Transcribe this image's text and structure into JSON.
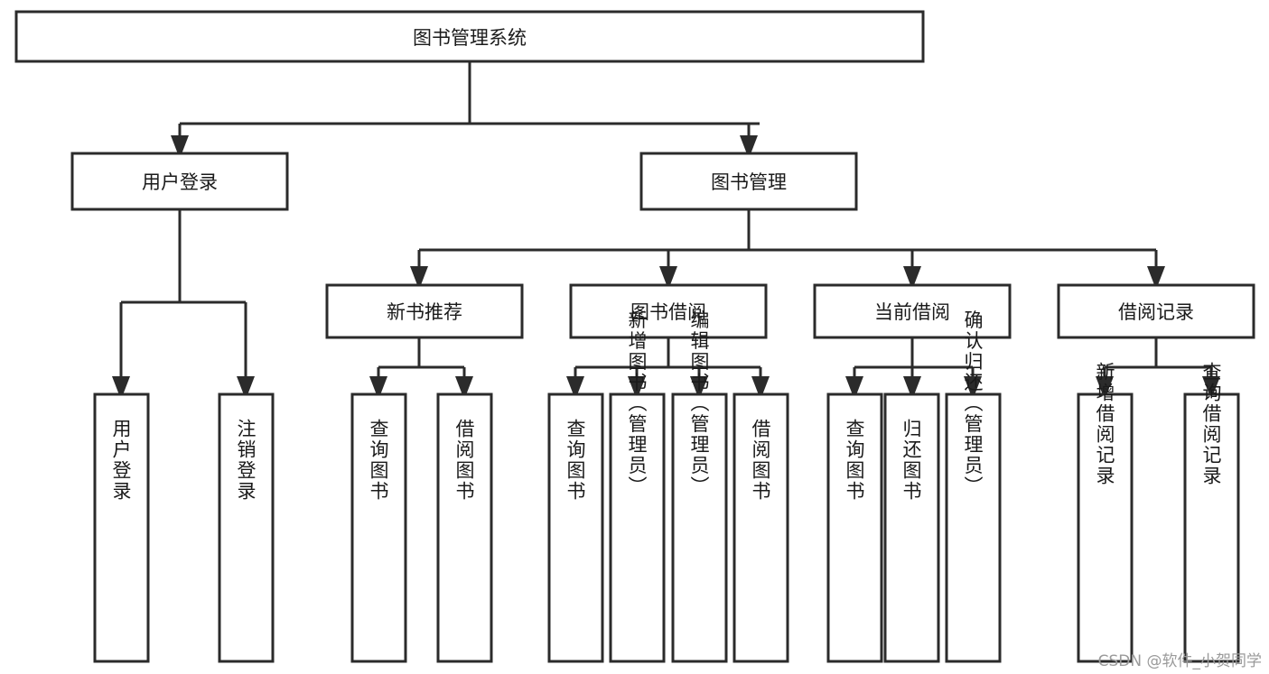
{
  "page": {
    "title": "图书管理系统",
    "background_color": "#ffffff",
    "line_color": "#2b2b2b",
    "text_color": "#1a1a1a",
    "watermark": "CSDN @软件_小贺同学",
    "watermark_color": "#9a9a9a"
  },
  "diagram": {
    "type": "tree",
    "orientation": "top-down",
    "levels": 4
  },
  "nodes": {
    "root": {
      "label": "图书管理系统",
      "level": 1,
      "orientation": "horizontal"
    },
    "user_login": {
      "label": "用户登录",
      "level": 2,
      "orientation": "horizontal"
    },
    "book_mgmt": {
      "label": "图书管理",
      "level": 2,
      "orientation": "horizontal"
    },
    "new_book_rec": {
      "label": "新书推荐",
      "level": 3,
      "orientation": "horizontal"
    },
    "book_borrow": {
      "label": "图书借阅",
      "level": 3,
      "orientation": "horizontal"
    },
    "current_borrow": {
      "label": "当前借阅",
      "level": 3,
      "orientation": "horizontal"
    },
    "borrow_record": {
      "label": "借阅记录",
      "level": 3,
      "orientation": "horizontal"
    },
    "leaf_user_login": {
      "label": "用户登录",
      "level": 4,
      "orientation": "vertical"
    },
    "leaf_logout": {
      "label": "注销登录",
      "level": 4,
      "orientation": "vertical"
    },
    "leaf_query_book_1": {
      "label": "查询图书",
      "level": 4,
      "orientation": "vertical"
    },
    "leaf_borrow_book_1": {
      "label": "借阅图书",
      "level": 4,
      "orientation": "vertical"
    },
    "leaf_query_book_2": {
      "label": "查询图书",
      "level": 4,
      "orientation": "vertical"
    },
    "leaf_add_book": {
      "label": "新增图书（管理员）",
      "level": 4,
      "orientation": "vertical"
    },
    "leaf_edit_book": {
      "label": "编辑图书（管理员）",
      "level": 4,
      "orientation": "vertical"
    },
    "leaf_borrow_book_2": {
      "label": "借阅图书",
      "level": 4,
      "orientation": "vertical"
    },
    "leaf_query_book_3": {
      "label": "查询图书",
      "level": 4,
      "orientation": "vertical"
    },
    "leaf_return_book": {
      "label": "归还图书",
      "level": 4,
      "orientation": "vertical"
    },
    "leaf_confirm_return": {
      "label": "确认归还（管理员）",
      "level": 4,
      "orientation": "vertical"
    },
    "leaf_add_record": {
      "label": "新增借阅记录",
      "level": 4,
      "orientation": "vertical"
    },
    "leaf_query_record": {
      "label": "查询借阅记录",
      "level": 4,
      "orientation": "vertical"
    }
  },
  "edges": [
    {
      "from": "root",
      "to": "user_login"
    },
    {
      "from": "root",
      "to": "book_mgmt"
    },
    {
      "from": "user_login",
      "to": "leaf_user_login"
    },
    {
      "from": "user_login",
      "to": "leaf_logout"
    },
    {
      "from": "book_mgmt",
      "to": "new_book_rec"
    },
    {
      "from": "book_mgmt",
      "to": "book_borrow"
    },
    {
      "from": "book_mgmt",
      "to": "current_borrow"
    },
    {
      "from": "book_mgmt",
      "to": "borrow_record"
    },
    {
      "from": "new_book_rec",
      "to": "leaf_query_book_1"
    },
    {
      "from": "new_book_rec",
      "to": "leaf_borrow_book_1"
    },
    {
      "from": "book_borrow",
      "to": "leaf_query_book_2"
    },
    {
      "from": "book_borrow",
      "to": "leaf_add_book"
    },
    {
      "from": "book_borrow",
      "to": "leaf_edit_book"
    },
    {
      "from": "book_borrow",
      "to": "leaf_borrow_book_2"
    },
    {
      "from": "current_borrow",
      "to": "leaf_query_book_3"
    },
    {
      "from": "current_borrow",
      "to": "leaf_return_book"
    },
    {
      "from": "current_borrow",
      "to": "leaf_confirm_return"
    },
    {
      "from": "borrow_record",
      "to": "leaf_add_record"
    },
    {
      "from": "borrow_record",
      "to": "leaf_query_record"
    }
  ]
}
